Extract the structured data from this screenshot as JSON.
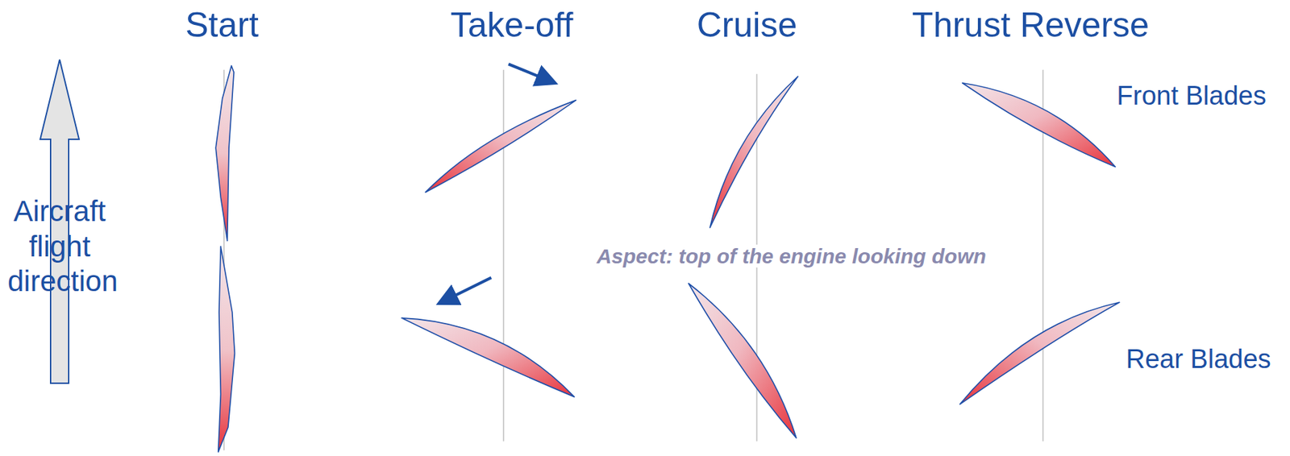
{
  "diagram": {
    "nodes": [
      {
        "text": [
          "Aircraft flight direction"
        ]
      }
    ],
    "labels": [
      "Start",
      "Take-off",
      "Cruise",
      "Thrust Reverse",
      "Front Blades",
      "Rear Blades",
      "Aspect:  top of the engine looking down"
    ]
  }
}
